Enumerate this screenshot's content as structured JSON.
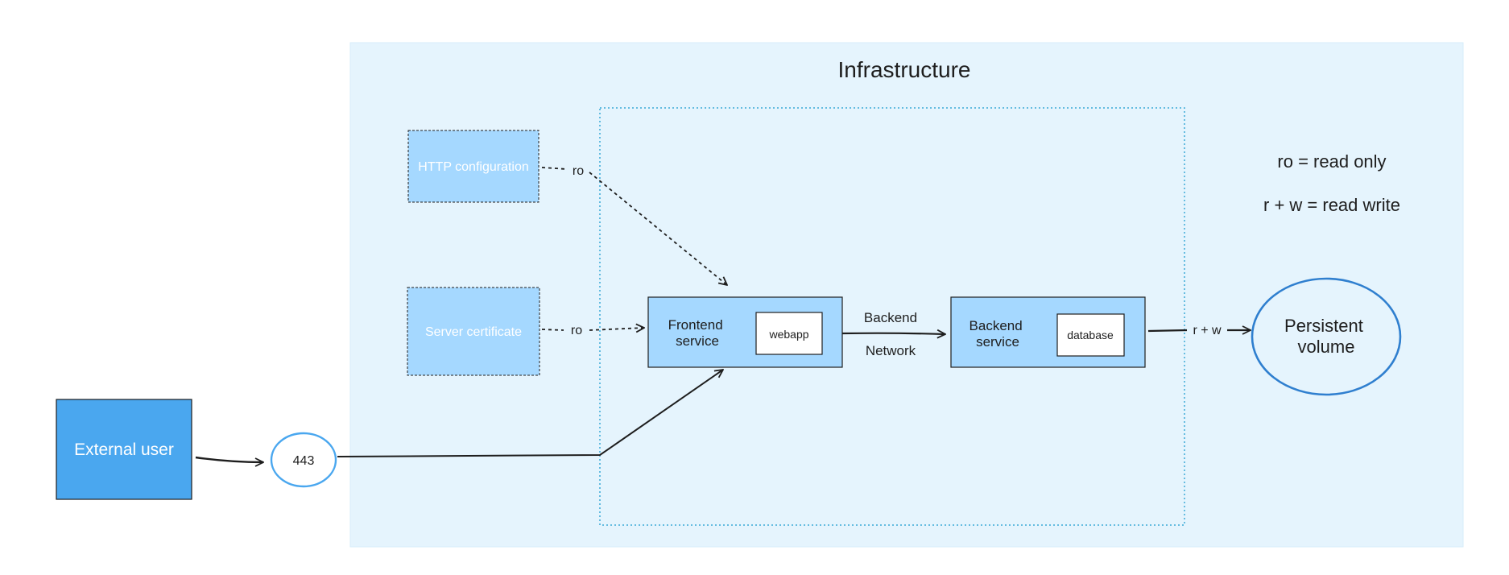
{
  "diagram": {
    "title": "Infrastructure",
    "colors": {
      "infra_bg": "#e5f4fd",
      "box_fill": "#a5d8ff",
      "user_fill": "#4aa7ef",
      "circle_stroke": "#2f7fcf",
      "node_stroke": "#1e1e1e",
      "dotted_border": "#3ba9d6"
    },
    "nodes": {
      "external_user": "External user",
      "port": "443",
      "http_config": "HTTP configuration",
      "server_cert": "Server certificate",
      "frontend_service": [
        "Frontend",
        "service"
      ],
      "webapp": "webapp",
      "backend_service": [
        "Backend",
        "service"
      ],
      "database": "database",
      "persistent_volume": [
        "Persistent",
        "volume"
      ]
    },
    "edge_labels": {
      "http_ro": "ro",
      "cert_ro": "ro",
      "network_top": "Backend",
      "network_bottom": "Network",
      "volume_rw": "r + w"
    },
    "legend": {
      "ro": "ro = read only",
      "rw": "r + w = read write"
    }
  }
}
